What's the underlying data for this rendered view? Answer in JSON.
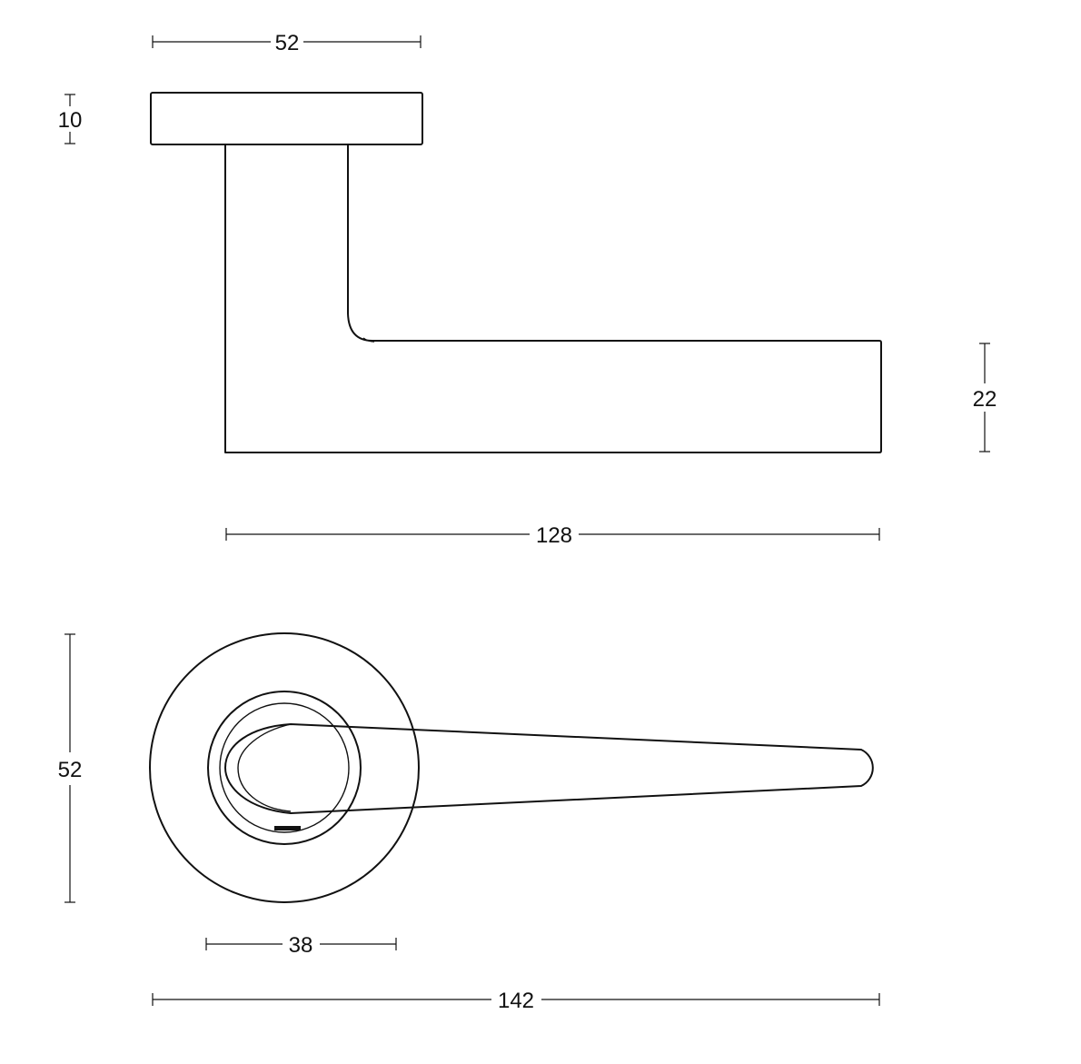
{
  "dimensions": {
    "rose_width_side": "52",
    "rose_thickness": "10",
    "lever_height": "22",
    "lever_length": "128",
    "rose_diameter": "52",
    "inner_ring_width": "38",
    "total_length": "142"
  },
  "colors": {
    "line": "#111111",
    "background": "#ffffff"
  }
}
